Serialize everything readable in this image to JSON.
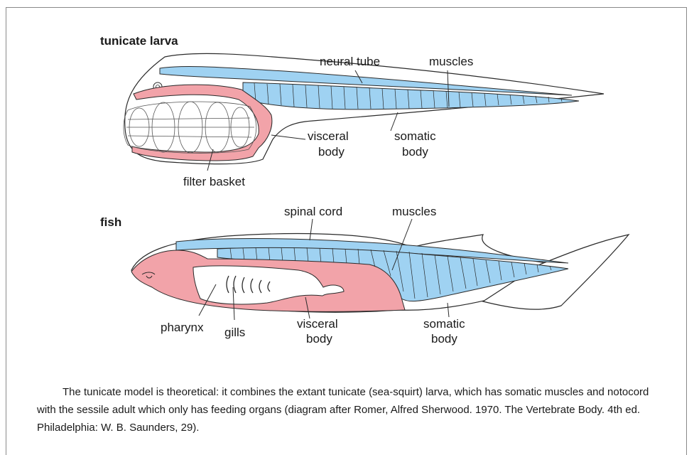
{
  "panels": {
    "tunicate": {
      "title": "tunicate larva",
      "labels": {
        "neural_tube": "neural tube",
        "muscles": "muscles",
        "visceral_body_1": "visceral",
        "visceral_body_2": "body",
        "somatic_body_1": "somatic",
        "somatic_body_2": "body",
        "filter_basket": "filter basket"
      }
    },
    "fish": {
      "title": "fish",
      "labels": {
        "spinal_cord": "spinal cord",
        "muscles": "muscles",
        "pharynx": "pharynx",
        "gills": "gills",
        "visceral_body_1": "visceral",
        "visceral_body_2": "body",
        "somatic_body_1": "somatic",
        "somatic_body_2": "body"
      }
    }
  },
  "caption": "The tunicate model is theoretical: it combines the extant tunicate (sea-squirt) larva, which has somatic muscles and notocord with the sessile adult which only has feeding organs (diagram after Romer, Alfred Sherwood. 1970. The Vertebrate Body. 4th ed. Philadelphia: W. B. Saunders, 29).",
  "colors": {
    "visceral": "#f2a3a9",
    "muscle": "#9fd2f2",
    "outline": "#2a2a2a"
  }
}
